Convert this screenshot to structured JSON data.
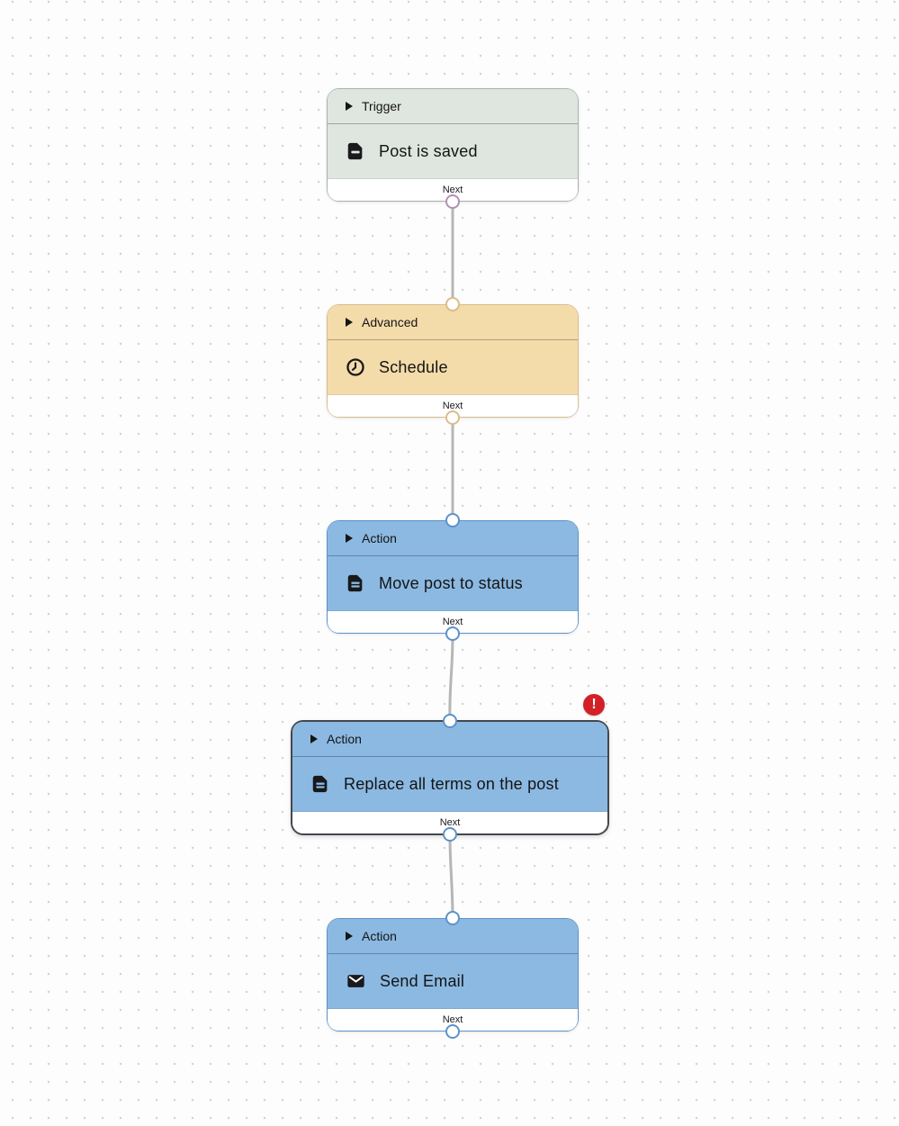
{
  "workflow": {
    "edge_color": "#b6b6b6",
    "error_badge": {
      "symbol": "!",
      "color": "#d32026"
    },
    "nodes": [
      {
        "category": "Trigger",
        "label": "Post is saved",
        "footer": "Next",
        "icon": "document-icon",
        "theme": {
          "bg": "#dfe5df",
          "border": "#a9b3a9",
          "port": "#b38fb3"
        }
      },
      {
        "category": "Advanced",
        "label": "Schedule",
        "footer": "Next",
        "icon": "clock-icon",
        "theme": {
          "bg": "#f4dbaa",
          "border": "#d9bd8c",
          "port": "#d9bd8c"
        }
      },
      {
        "category": "Action",
        "label": "Move post to status",
        "footer": "Next",
        "icon": "document-icon",
        "theme": {
          "bg": "#8bb9e2",
          "border": "#5d92c8",
          "port": "#5d92c8"
        }
      },
      {
        "category": "Action",
        "label": "Replace all terms on the post",
        "footer": "Next",
        "icon": "document-icon",
        "selected": true,
        "has_error": true,
        "theme": {
          "bg": "#8bb9e2",
          "border": "#43484d",
          "port": "#5d92c8"
        }
      },
      {
        "category": "Action",
        "label": "Send Email",
        "footer": "Next",
        "icon": "envelope-icon",
        "theme": {
          "bg": "#8bb9e2",
          "border": "#5d92c8",
          "port": "#5d92c8"
        }
      }
    ]
  }
}
